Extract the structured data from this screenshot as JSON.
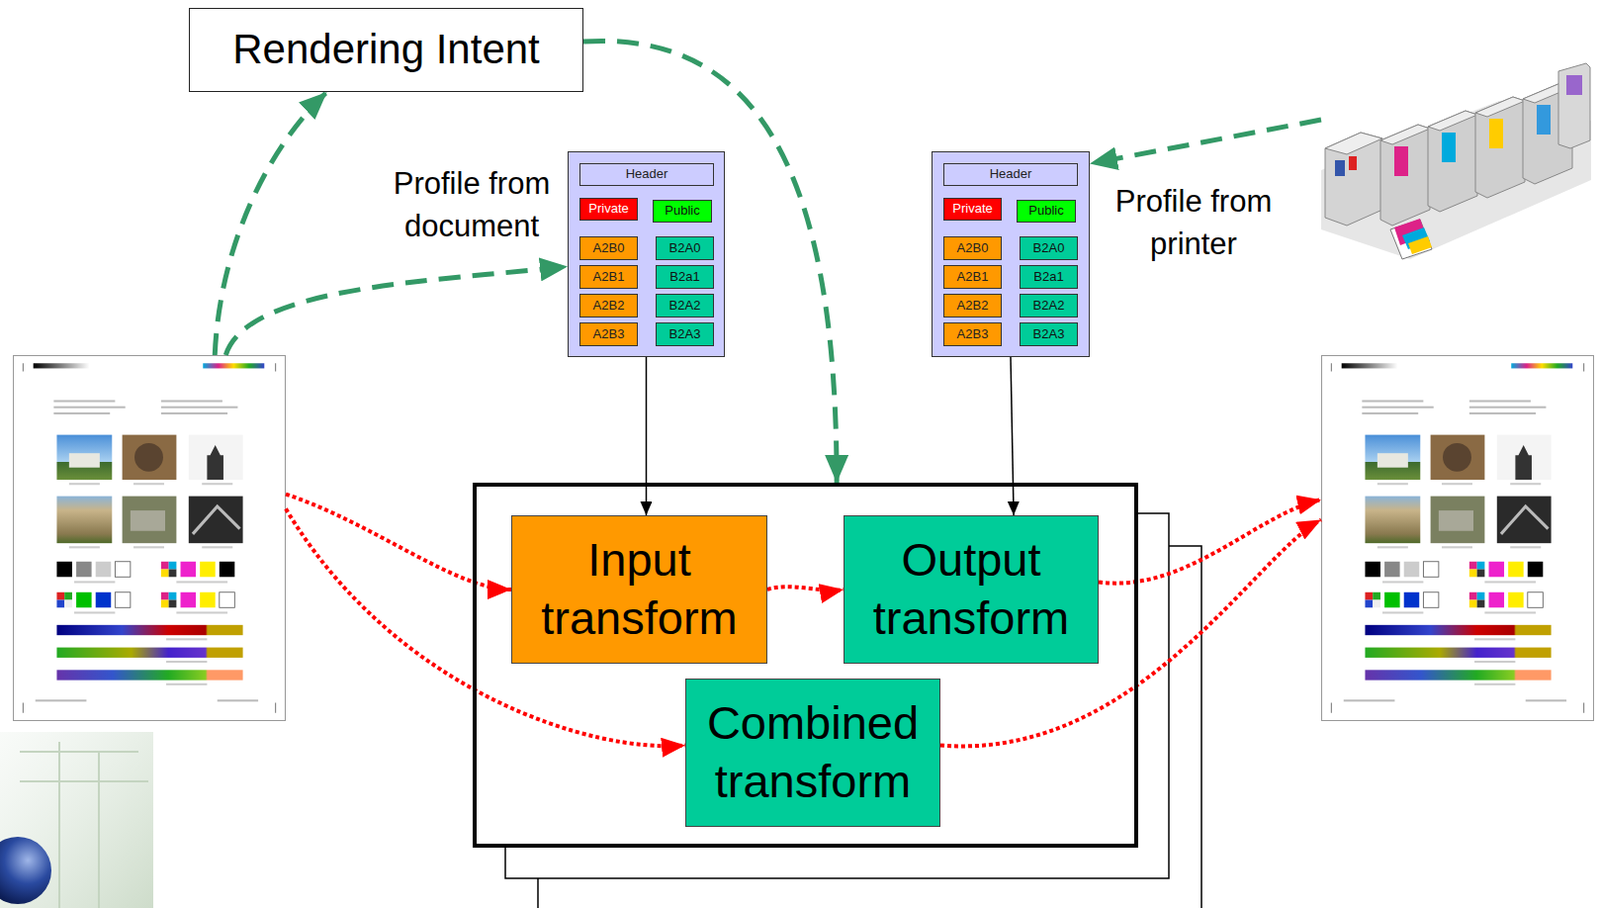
{
  "diagram": {
    "nodes": [
      {
        "text": [
          "Rendering Intent"
        ]
      },
      {
        "text": []
      },
      {
        "text": [
          "Profile from document"
        ]
      },
      {
        "text": [
          "Header"
        ],
        "in": 2
      },
      {
        "text": [
          "Private"
        ],
        "in": 2
      },
      {
        "text": [
          "Public"
        ],
        "in": 2
      },
      {
        "text": [
          "A2B0"
        ],
        "in": 2
      },
      {
        "text": [
          "B2A0"
        ],
        "in": 2
      },
      {
        "text": [
          "A2B1"
        ],
        "in": 2
      },
      {
        "text": [
          "B2a1"
        ],
        "in": 2
      },
      {
        "text": [
          "A2B2"
        ],
        "in": 2
      },
      {
        "text": [
          "B2A2"
        ],
        "in": 2
      },
      {
        "text": [
          "A2B3"
        ],
        "in": 2
      },
      {
        "text": [
          "B2A3"
        ],
        "in": 2
      },
      {
        "text": []
      },
      {
        "text": [
          "Profile from printer"
        ]
      },
      {
        "text": [
          "Header"
        ],
        "in": 15
      },
      {
        "text": [
          "Private"
        ],
        "in": 15
      },
      {
        "text": [
          "Public"
        ],
        "in": 15
      },
      {
        "text": [
          "A2B0"
        ],
        "in": 15
      },
      {
        "text": [
          "B2A0"
        ],
        "in": 15
      },
      {
        "text": [
          "A2B1"
        ],
        "in": 15
      },
      {
        "text": [
          "B2a1"
        ],
        "in": 15
      },
      {
        "text": [
          "A2B2"
        ],
        "in": 15
      },
      {
        "text": [
          "B2A2"
        ],
        "in": 15
      },
      {
        "text": [
          "A2B3"
        ],
        "in": 15
      },
      {
        "text": [
          "B2A3"
        ],
        "in": 15
      },
      {
        "text": []
      },
      {
        "text": [
          "Input transform"
        ],
        "in": 27
      },
      {
        "text": [
          "Output transform"
        ],
        "in": 27
      },
      {
        "text": [
          "Combined transform"
        ],
        "in": 27
      },
      {
        "text": []
      }
    ],
    "edges": [
      {
        "from": 1,
        "to": 0,
        "arrow": "to"
      },
      {
        "from": 1,
        "to": 2,
        "arrow": "to"
      },
      {
        "from": 0,
        "to": 27,
        "arrow": "to"
      },
      {
        "from": 14,
        "to": 15,
        "arrow": "to"
      },
      {
        "from": 2,
        "to": 28,
        "arrow": "to"
      },
      {
        "from": 15,
        "to": 29,
        "arrow": "to"
      },
      {
        "from": 1,
        "to": 28,
        "arrow": "to"
      },
      {
        "from": 28,
        "to": 29,
        "arrow": "to"
      },
      {
        "from": 29,
        "to": 31,
        "arrow": "to"
      },
      {
        "from": 1,
        "to": 30,
        "arrow": "to"
      },
      {
        "from": 30,
        "to": 31,
        "arrow": "to"
      }
    ]
  }
}
